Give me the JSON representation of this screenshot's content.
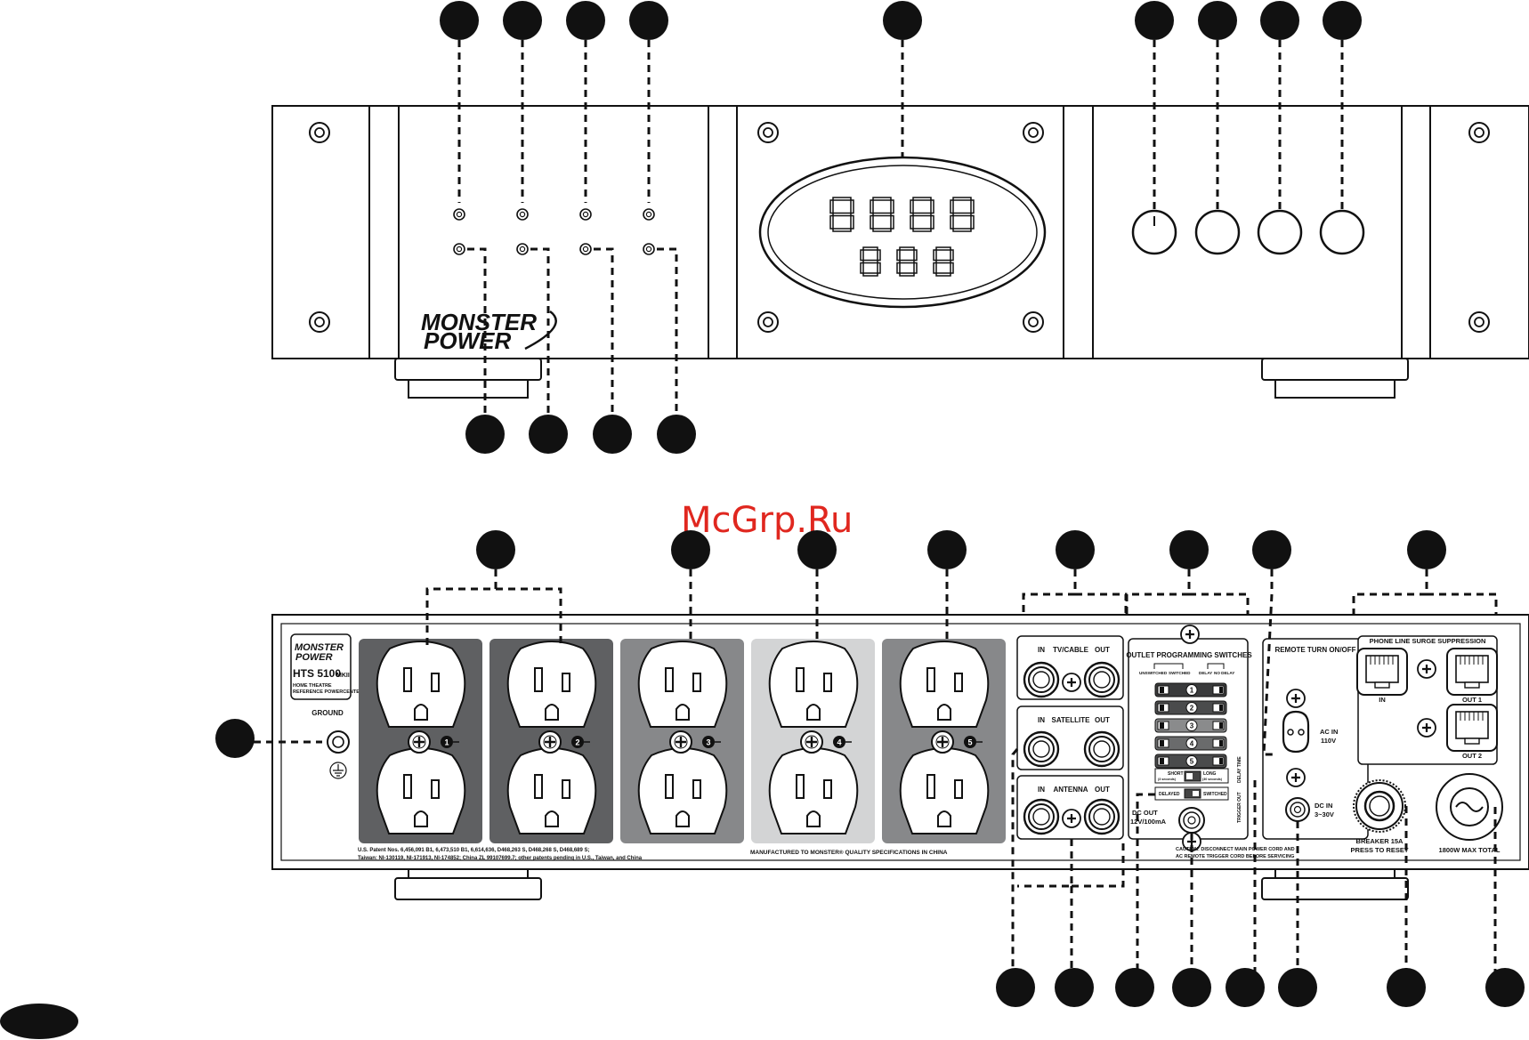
{
  "watermark": "McGrp.Ru",
  "front_panel": {
    "brand_line1": "MONSTER",
    "brand_line2": "POWER",
    "display_top_digits": 4,
    "display_bottom_digits": 3,
    "button_count": 4
  },
  "rear_panel": {
    "brand_line1": "MONSTER",
    "brand_line2": "POWER",
    "model": "HTS 5100",
    "model_suffix": "MKII",
    "subtitle_line1": "HOME THEATRE",
    "subtitle_line2": "REFERENCE POWERCENTER",
    "ground_label": "GROUND",
    "outlet_numbers": [
      "1",
      "2",
      "3",
      "4",
      "5"
    ],
    "patent_line1": "U.S. Patent Nos. 6,456,091 B1, 6,473,510 B1, 6,614,636, D468,263 S, D468,268 S, D468,689 S;",
    "patent_line2": "Taiwan: NI-130119, NI-171913, NI-174852; China ZL 99107699.7; other patents pending in U.S., Taiwan, and China",
    "manufactured": "MANUFACTURED TO MONSTER® QUALITY SPECIFICATIONS IN CHINA",
    "coax": {
      "tv_cable": "TV/CABLE",
      "satellite": "SATELLITE",
      "antenna": "ANTENNA",
      "in": "IN",
      "out": "OUT"
    },
    "programming": {
      "title": "OUTLET PROGRAMMING SWITCHES",
      "col_unswitched": "UNSWITCHED",
      "col_switched": "SWITCHED",
      "col_delay": "DELAY",
      "col_no_delay": "NO DELAY",
      "switch_numbers": [
        "1",
        "2",
        "3",
        "4",
        "5"
      ],
      "short": "SHORT",
      "short_sub": "(3 seconds)",
      "long": "LONG",
      "long_sub": "(30 seconds)",
      "delay_time": "DELAY TIME",
      "delayed": "DELAYED",
      "switched": "SWITCHED",
      "trigger_out": "TRIGGER OUT",
      "dc_out_line1": "DC OUT",
      "dc_out_line2": "12V/100mA",
      "caution_line1": "CAUTION: DISCONNECT MAIN POWER CORD AND",
      "caution_line2": "AC REMOTE TRIGGER CORD BEFORE SERVICING"
    },
    "remote": {
      "title": "REMOTE TURN ON/OFF",
      "ac_in_line1": "AC IN",
      "ac_in_line2": "110V",
      "dc_in_line1": "DC IN",
      "dc_in_line2": "3~30V"
    },
    "phone": {
      "title": "PHONE LINE SURGE SUPPRESSION",
      "in": "IN",
      "out1": "OUT 1",
      "out2": "OUT 2"
    },
    "breaker_line1": "BREAKER 15A",
    "breaker_line2": "PRESS TO RESET",
    "max_total": "1800W MAX TOTAL"
  },
  "colors": {
    "outline": "#111111",
    "outlet_group_1": "#5f6062",
    "outlet_group_2": "#5f6062",
    "outlet_group_3": "#87888a",
    "outlet_group_4": "#d3d4d5",
    "outlet_group_5": "#87888a",
    "callout": "#111111",
    "watermark": "#e0271f"
  }
}
